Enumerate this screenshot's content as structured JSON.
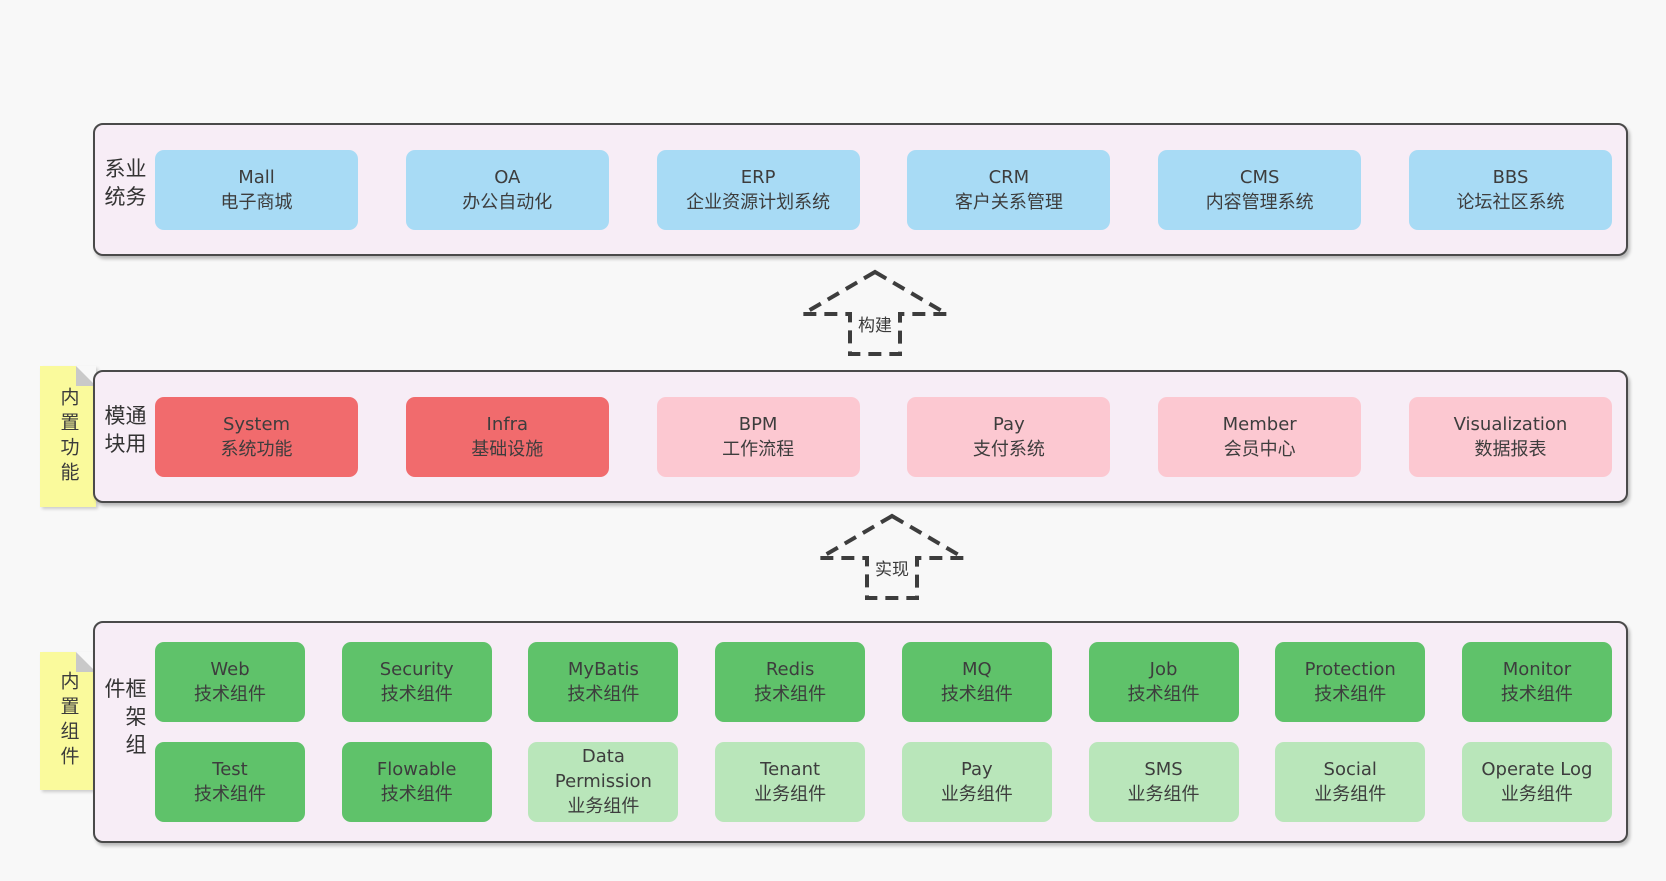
{
  "colors": {
    "page_bg": "#f8f8f8",
    "panel_bg": "#f7edf6",
    "panel_border": "#4a4a4a",
    "box_blue": "#a8dbf5",
    "box_red": "#f16b6d",
    "box_pink": "#fcc8d1",
    "box_green_dark": "#5fc26a",
    "box_green_light": "#b9e6ba",
    "sticky_yellow": "#fafa9c",
    "sticky_fold": "#c9c9c9",
    "text": "#3d3d3d"
  },
  "panels": [
    {
      "label": "业务系统",
      "boxes": [
        {
          "name": "Mall",
          "sub": "电子商城"
        },
        {
          "name": "OA",
          "sub": "办公自动化"
        },
        {
          "name": "ERP",
          "sub": "企业资源计划系统"
        },
        {
          "name": "CRM",
          "sub": "客户关系管理"
        },
        {
          "name": "CMS",
          "sub": "内容管理系统"
        },
        {
          "name": "BBS",
          "sub": "论坛社区系统"
        }
      ]
    },
    {
      "label": "通用模块",
      "sticky": "内置功能",
      "boxes": [
        {
          "name": "System",
          "sub": "系统功能"
        },
        {
          "name": "Infra",
          "sub": "基础设施"
        },
        {
          "name": "BPM",
          "sub": "工作流程"
        },
        {
          "name": "Pay",
          "sub": "支付系统"
        },
        {
          "name": "Member",
          "sub": "会员中心"
        },
        {
          "name": "Visualization",
          "sub": "数据报表"
        }
      ]
    },
    {
      "label": "框架组件",
      "sticky": "内置组件",
      "rows": [
        [
          {
            "name": "Web",
            "sub": "技术组件"
          },
          {
            "name": "Security",
            "sub": "技术组件"
          },
          {
            "name": "MyBatis",
            "sub": "技术组件"
          },
          {
            "name": "Redis",
            "sub": "技术组件"
          },
          {
            "name": "MQ",
            "sub": "技术组件"
          },
          {
            "name": "Job",
            "sub": "技术组件"
          },
          {
            "name": "Protection",
            "sub": "技术组件"
          },
          {
            "name": "Monitor",
            "sub": "技术组件"
          }
        ],
        [
          {
            "name": "Test",
            "sub": "技术组件"
          },
          {
            "name": "Flowable",
            "sub": "技术组件"
          },
          {
            "name": "Data Permission",
            "sub": "业务组件"
          },
          {
            "name": "Tenant",
            "sub": "业务组件"
          },
          {
            "name": "Pay",
            "sub": "业务组件"
          },
          {
            "name": "SMS",
            "sub": "业务组件"
          },
          {
            "name": "Social",
            "sub": "业务组件"
          },
          {
            "name": "Operate Log",
            "sub": "业务组件"
          }
        ]
      ]
    }
  ],
  "arrows": [
    {
      "label": "构建"
    },
    {
      "label": "实现"
    }
  ]
}
